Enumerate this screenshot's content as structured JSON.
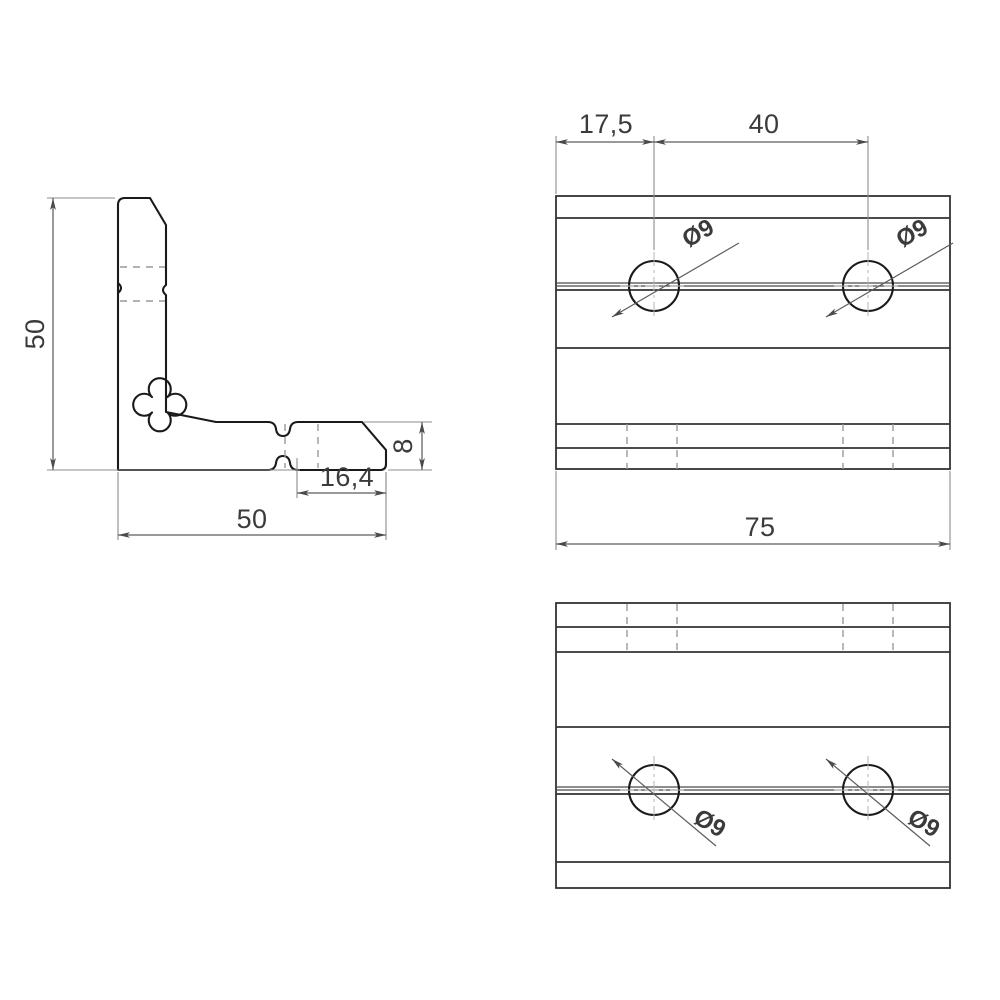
{
  "drawing": {
    "title": "L-bracket profile technical drawing",
    "sheet_background": "#ffffff",
    "line_color": "#1a1a1a",
    "dimension_color": "#3b3b3b",
    "hidden_line_color": "#9a9a9a"
  },
  "views": {
    "side": {
      "name": "side-section-view",
      "dimensions": {
        "height": "50",
        "width": "50",
        "flange_thickness": "8",
        "end_detail": "16,4"
      }
    },
    "front_top": {
      "name": "front-view",
      "dimensions": {
        "hole_1_offset": "17,5",
        "hole_spacing": "40",
        "overall_length": "75"
      },
      "holes": [
        {
          "label": "Ø9"
        },
        {
          "label": "Ø9"
        }
      ]
    },
    "front_bottom": {
      "name": "bottom-view",
      "holes": [
        {
          "label": "Ø9"
        },
        {
          "label": "Ø9"
        }
      ]
    }
  },
  "labels": {
    "height_50": "50",
    "width_50": "50",
    "thickness_8": "8",
    "detail_164": "16,4",
    "offset_175": "17,5",
    "spacing_40": "40",
    "length_75": "75",
    "diameter_9_a": "Ø9",
    "diameter_9_b": "Ø9",
    "diameter_9_c": "Ø9",
    "diameter_9_d": "Ø9"
  }
}
